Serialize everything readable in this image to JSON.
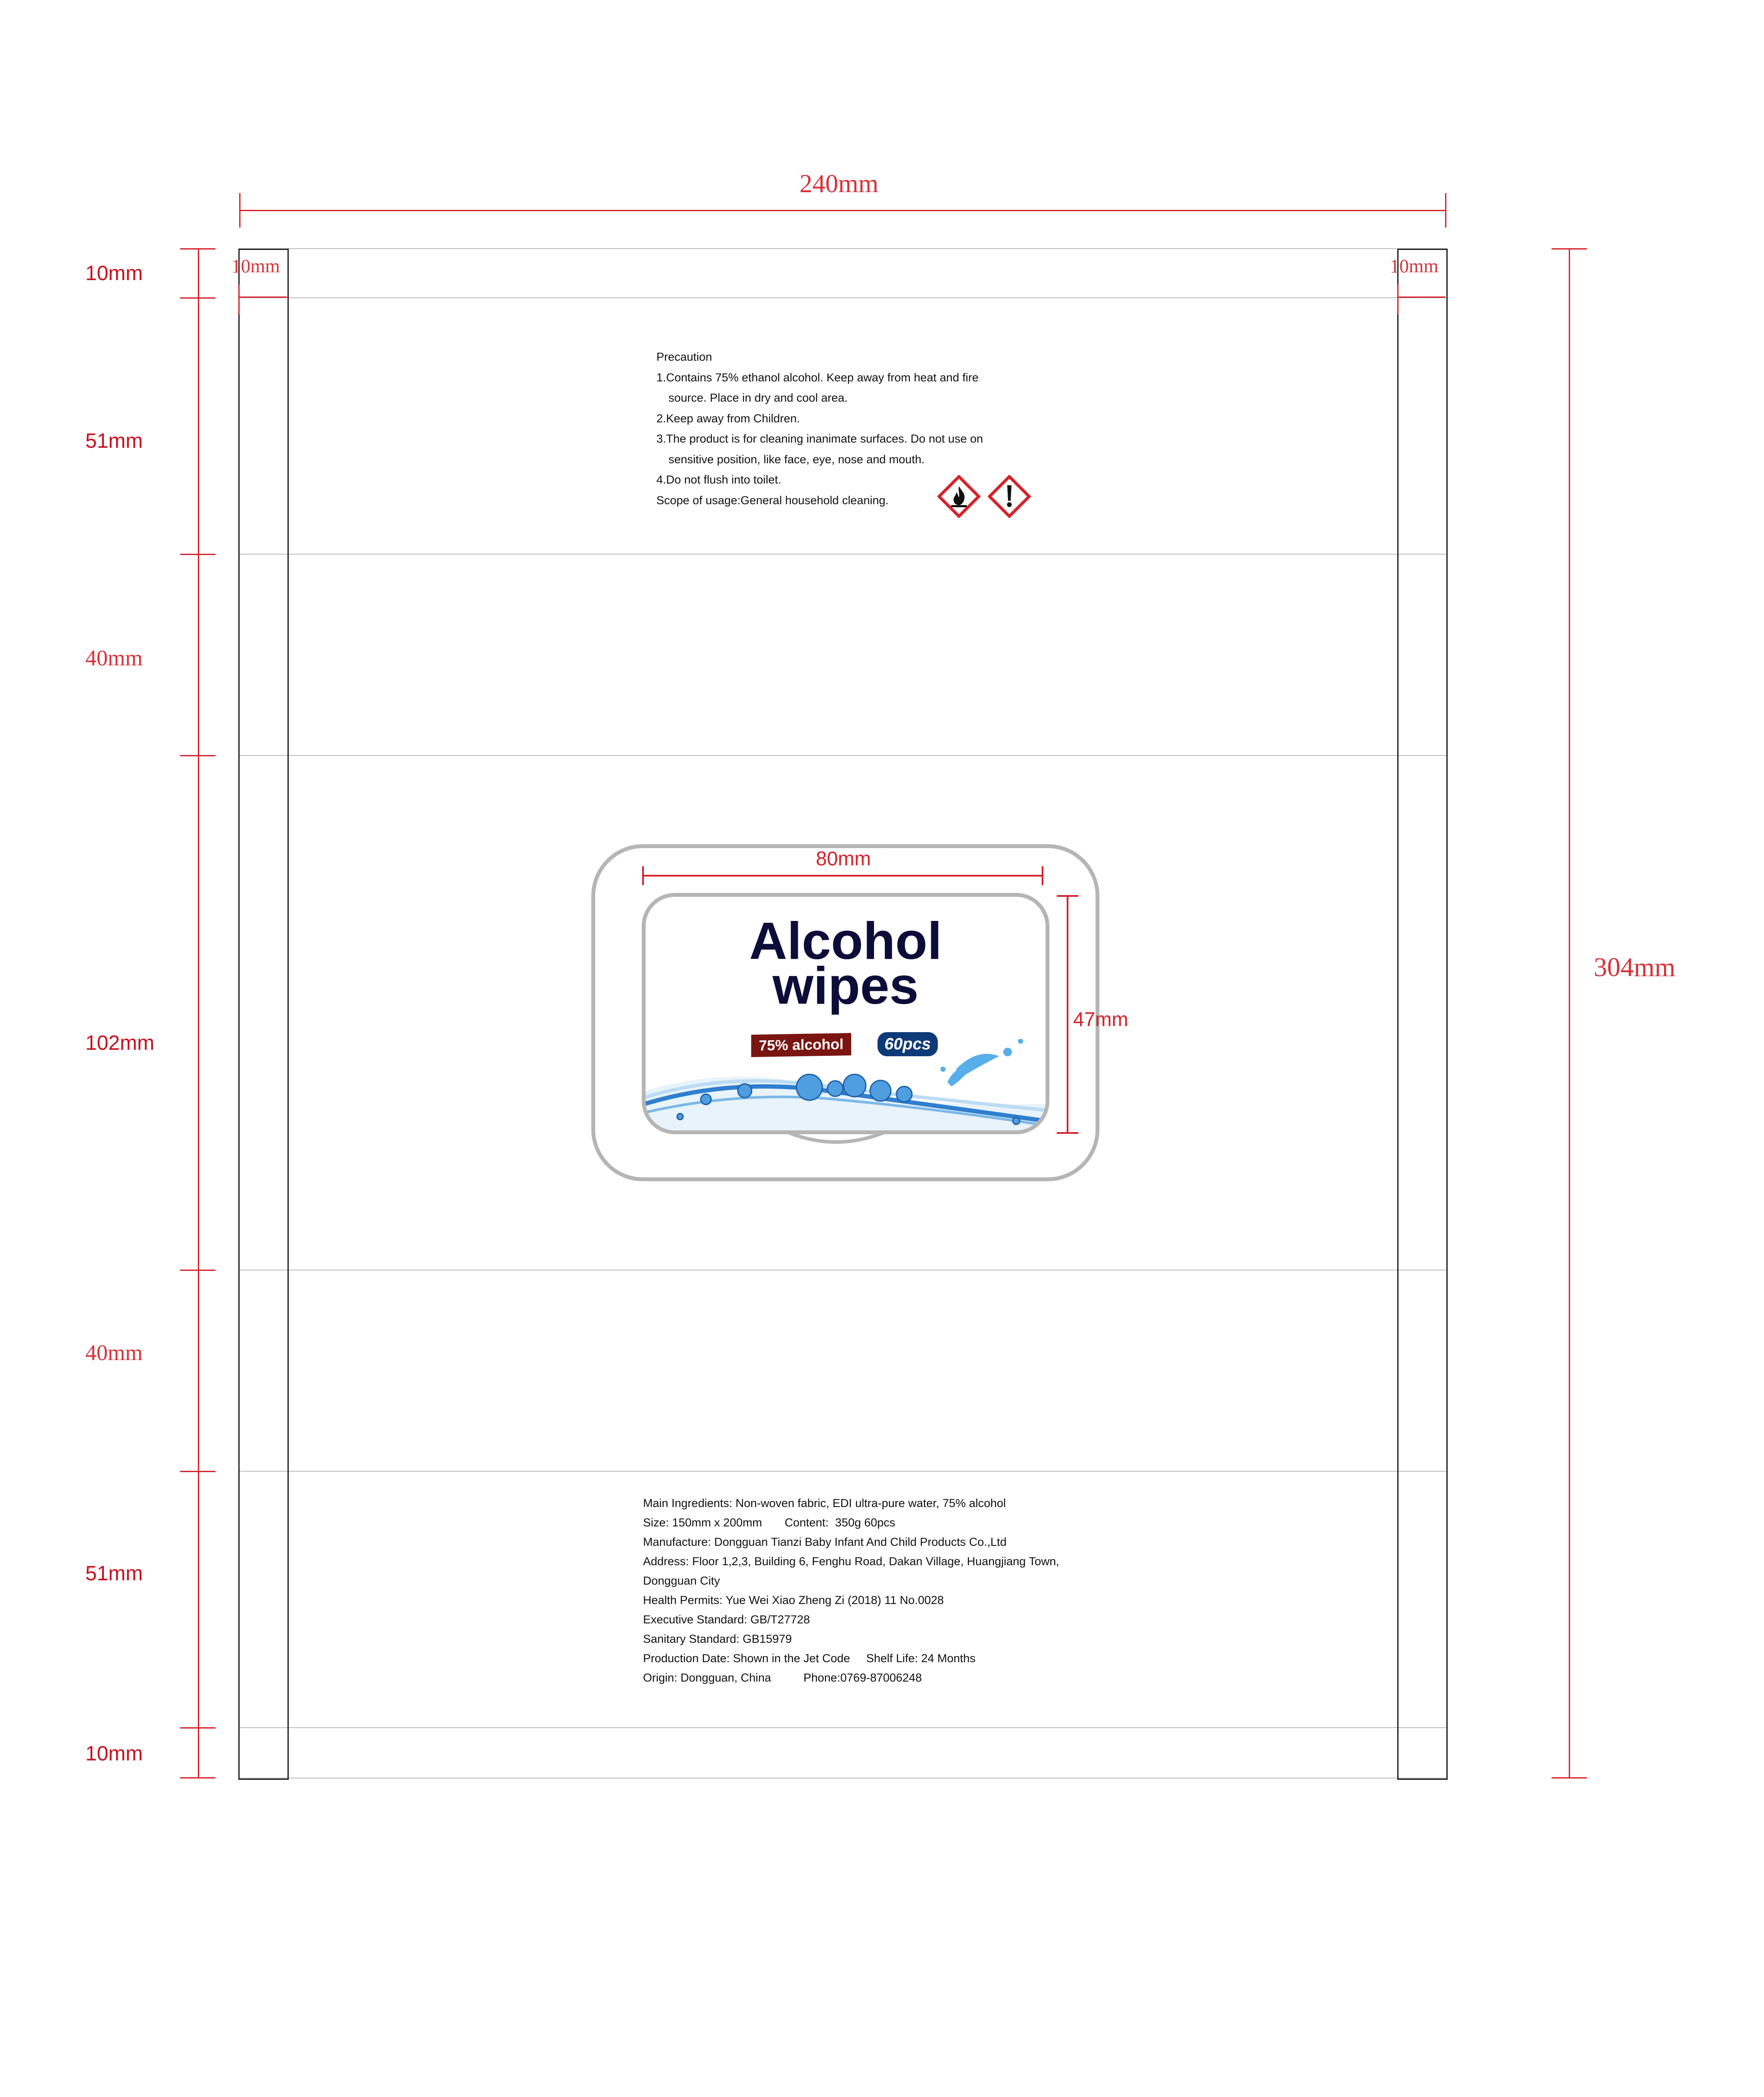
{
  "dimensions": {
    "total_width": "240mm",
    "total_height": "304mm",
    "side_margin_left": "10mm",
    "side_margin_right": "10mm",
    "sections": [
      "10mm",
      "51mm",
      "40mm",
      "102mm",
      "40mm",
      "51mm",
      "10mm"
    ],
    "label_width": "80mm",
    "label_height": "47mm"
  },
  "precaution": {
    "title": "Precaution",
    "lines": [
      "1.Contains 75% ethanol alcohol. Keep away from heat and fire",
      "source. Place in dry and cool area.",
      "2.Keep away from Children.",
      "3.The product is for cleaning inanimate surfaces. Do not use on",
      "sensitive position, like face, eye, nose and mouth.",
      "4.Do not flush into toilet.",
      "Scope of usage:General household cleaning."
    ],
    "hazard_icons": [
      "flammable-icon",
      "exclamation-icon"
    ]
  },
  "label": {
    "title_line1": "Alcohol",
    "title_line2": "wipes",
    "badge_alcohol": "75% alcohol",
    "badge_count": "60pcs",
    "colors": {
      "title": "#0d0d3a",
      "alcohol_badge": "#7a1511",
      "count_badge": "#0f3a78",
      "dimension": "#d6222a"
    }
  },
  "info": {
    "lines": [
      "Main Ingredients: Non-woven fabric, EDI ultra-pure water, 75% alcohol",
      "Size: 150mm x 200mm       Content:  350g 60pcs",
      "Manufacture: Dongguan Tianzi Baby Infant And Child Products Co.,Ltd",
      "Address: Floor 1,2,3, Building 6, Fenghu Road, Dakan Village, Huangjiang Town,",
      "Dongguan City",
      "Health Permits: Yue Wei Xiao Zheng Zi (2018) 11 No.0028",
      "Executive Standard: GB/T27728",
      "Sanitary Standard: GB15979",
      "Production Date: Shown in the Jet Code     Shelf Life: 24 Months",
      "Origin: Dongguan, China          Phone:0769-87006248"
    ]
  }
}
